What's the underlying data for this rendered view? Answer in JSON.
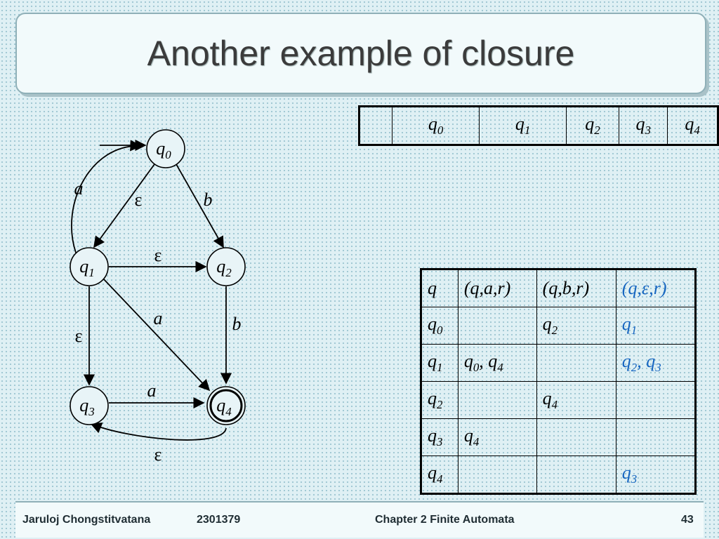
{
  "title": "Another example of closure",
  "header_row": [
    {
      "b": "",
      "s": ""
    },
    {
      "b": "q",
      "s": "0"
    },
    {
      "b": "q",
      "s": "1"
    },
    {
      "b": "q",
      "s": "2"
    },
    {
      "b": "q",
      "s": "3"
    },
    {
      "b": "q",
      "s": "4"
    }
  ],
  "transition_table": {
    "headers": [
      "q",
      "(q,a,r)",
      "(q,b,r)",
      "(q,ε,r)"
    ],
    "rows": [
      {
        "state": {
          "b": "q",
          "s": "0"
        },
        "a": [],
        "b": [
          {
            "b": "q",
            "s": "2"
          }
        ],
        "eps": [
          {
            "b": "q",
            "s": "1"
          }
        ]
      },
      {
        "state": {
          "b": "q",
          "s": "1"
        },
        "a": [
          {
            "b": "q",
            "s": "0"
          },
          {
            "b": "q",
            "s": "4"
          }
        ],
        "b": [],
        "eps": [
          {
            "b": "q",
            "s": "2"
          },
          {
            "b": "q",
            "s": "3"
          }
        ]
      },
      {
        "state": {
          "b": "q",
          "s": "2"
        },
        "a": [],
        "b": [
          {
            "b": "q",
            "s": "4"
          }
        ],
        "eps": []
      },
      {
        "state": {
          "b": "q",
          "s": "3"
        },
        "a": [
          {
            "b": "q",
            "s": "4"
          }
        ],
        "b": [],
        "eps": []
      },
      {
        "state": {
          "b": "q",
          "s": "4"
        },
        "a": [],
        "b": [],
        "eps": [
          {
            "b": "q",
            "s": "3"
          }
        ]
      }
    ]
  },
  "automaton": {
    "states": [
      {
        "id": "q0",
        "b": "q",
        "s": "0",
        "accepting": false,
        "initial": true
      },
      {
        "id": "q1",
        "b": "q",
        "s": "1",
        "accepting": false,
        "initial": false
      },
      {
        "id": "q2",
        "b": "q",
        "s": "2",
        "accepting": false,
        "initial": false
      },
      {
        "id": "q3",
        "b": "q",
        "s": "3",
        "accepting": false,
        "initial": false
      },
      {
        "id": "q4",
        "b": "q",
        "s": "4",
        "accepting": true,
        "initial": false
      }
    ],
    "edges": [
      {
        "id": "q1-q0",
        "from": "q1",
        "to": "q0",
        "label": "a"
      },
      {
        "id": "q0-q1",
        "from": "q0",
        "to": "q1",
        "label": "ε"
      },
      {
        "id": "q0-q2",
        "from": "q0",
        "to": "q2",
        "label": "b"
      },
      {
        "id": "q1-q2",
        "from": "q1",
        "to": "q2",
        "label": "ε"
      },
      {
        "id": "q1-q4",
        "from": "q1",
        "to": "q4",
        "label": "a"
      },
      {
        "id": "q2-q4",
        "from": "q2",
        "to": "q4",
        "label": "b"
      },
      {
        "id": "q1-q3",
        "from": "q1",
        "to": "q3",
        "label": "ε"
      },
      {
        "id": "q3-q4",
        "from": "q3",
        "to": "q4",
        "label": "a"
      },
      {
        "id": "q4-q3",
        "from": "q4",
        "to": "q3",
        "label": "ε"
      }
    ]
  },
  "footer": {
    "author": "Jaruloj Chongstitvatana",
    "course": "2301379",
    "chapter": "Chapter 2 Finite Automata",
    "page": "43"
  },
  "colors": {
    "closure": "#1565c0",
    "background": "#dff0f4"
  }
}
